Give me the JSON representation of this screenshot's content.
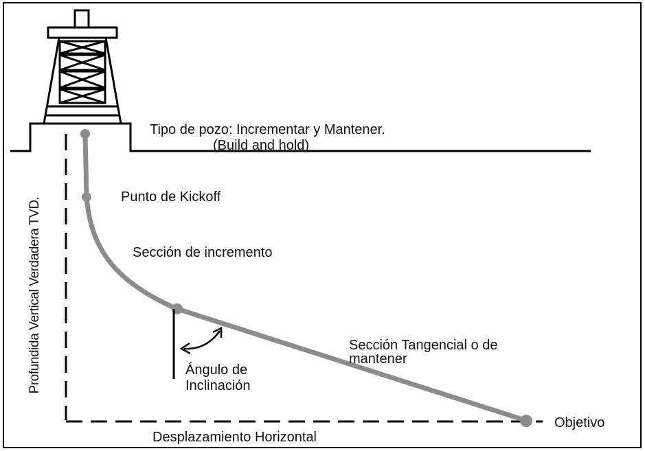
{
  "title": {
    "line1": "Tipo de pozo: Incrementar y Mantener.",
    "line2": "(Build and hold)"
  },
  "labels": {
    "kickoff": "Punto de Kickoff",
    "build_section": "Sección de incremento",
    "tangent_line1": "Sección Tangencial o de",
    "tangent_line2": "mantener",
    "angle_line1": "Ángulo de",
    "angle_line2": "Inclinación",
    "target": "Objetivo",
    "horizontal": "Desplazamiento Horizontal",
    "tvd": "Profundida Vertical Verdadera TVD."
  },
  "colors": {
    "well_path": "#8c8c8c",
    "lines": "#000000"
  }
}
